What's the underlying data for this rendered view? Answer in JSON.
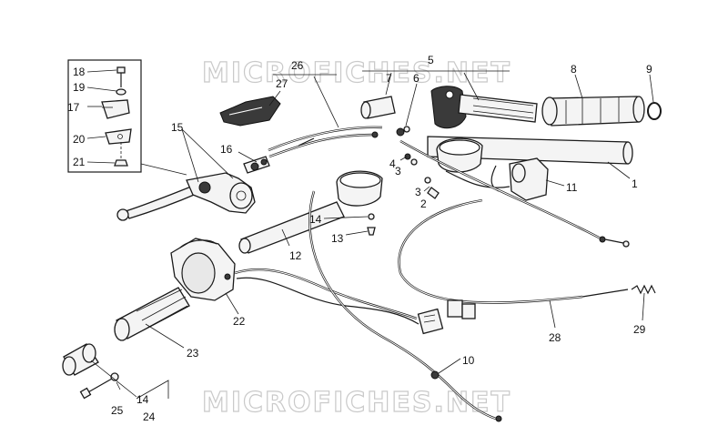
{
  "watermark": {
    "text_top": "MICROFICHES.NET",
    "text_bottom": "MICROFICHES.NET"
  },
  "callouts": [
    {
      "id": "c1",
      "text": "1"
    },
    {
      "id": "c2",
      "text": "2"
    },
    {
      "id": "c3a",
      "text": "3"
    },
    {
      "id": "c3b",
      "text": "3"
    },
    {
      "id": "c4",
      "text": "4"
    },
    {
      "id": "c5",
      "text": "5"
    },
    {
      "id": "c6",
      "text": "6"
    },
    {
      "id": "c7",
      "text": "7"
    },
    {
      "id": "c8",
      "text": "8"
    },
    {
      "id": "c9",
      "text": "9"
    },
    {
      "id": "c10",
      "text": "10"
    },
    {
      "id": "c11",
      "text": "11"
    },
    {
      "id": "c12",
      "text": "12"
    },
    {
      "id": "c13",
      "text": "13"
    },
    {
      "id": "c14a",
      "text": "14"
    },
    {
      "id": "c14b",
      "text": "14"
    },
    {
      "id": "c15",
      "text": "15"
    },
    {
      "id": "c16",
      "text": "16"
    },
    {
      "id": "c17",
      "text": "17"
    },
    {
      "id": "c18",
      "text": "18"
    },
    {
      "id": "c19",
      "text": "19"
    },
    {
      "id": "c20",
      "text": "20"
    },
    {
      "id": "c21",
      "text": "21"
    },
    {
      "id": "c22",
      "text": "22"
    },
    {
      "id": "c23",
      "text": "23"
    },
    {
      "id": "c24",
      "text": "24"
    },
    {
      "id": "c25",
      "text": "25"
    },
    {
      "id": "c26",
      "text": "26"
    },
    {
      "id": "c27",
      "text": "27"
    },
    {
      "id": "c28",
      "text": "28"
    },
    {
      "id": "c29",
      "text": "29"
    }
  ]
}
